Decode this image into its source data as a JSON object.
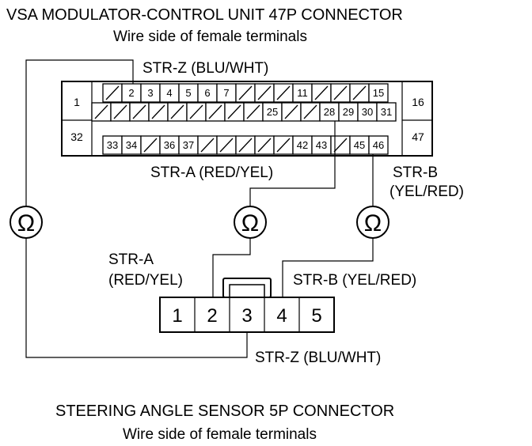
{
  "top_connector": {
    "title": "VSA MODULATOR-CONTROL UNIT 47P CONNECTOR",
    "subtitle": "Wire side of female terminals",
    "row1": [
      "",
      "2",
      "3",
      "4",
      "5",
      "6",
      "7",
      "",
      "",
      "",
      "11",
      "",
      "",
      "",
      "15"
    ],
    "row2": [
      "",
      "",
      "",
      "",
      "",
      "",
      "",
      "",
      "",
      "25",
      "",
      "",
      "28",
      "29",
      "30",
      "31"
    ],
    "row3": [
      "33",
      "34",
      "",
      "36",
      "37",
      "",
      "",
      "",
      "",
      "",
      "42",
      "43",
      "",
      "45",
      "46"
    ],
    "left_top": "1",
    "left_bottom": "32",
    "right_top": "16",
    "right_bottom": "47"
  },
  "bottom_connector": {
    "title": "STEERING ANGLE SENSOR 5P CONNECTOR",
    "subtitle": "Wire side of female terminals",
    "pins": [
      "1",
      "2",
      "3",
      "4",
      "5"
    ]
  },
  "wires": {
    "str_z_top": "STR-Z (BLU/WHT)",
    "str_a_top": "STR-A (RED/YEL)",
    "str_b_top_1": "STR-B",
    "str_b_top_2": "(YEL/RED)",
    "str_a_bottom_1": "STR-A",
    "str_a_bottom_2": "(RED/YEL)",
    "str_b_bottom": "STR-B (YEL/RED)",
    "str_z_bottom": "STR-Z (BLU/WHT)"
  },
  "meter_symbol": "Ω"
}
